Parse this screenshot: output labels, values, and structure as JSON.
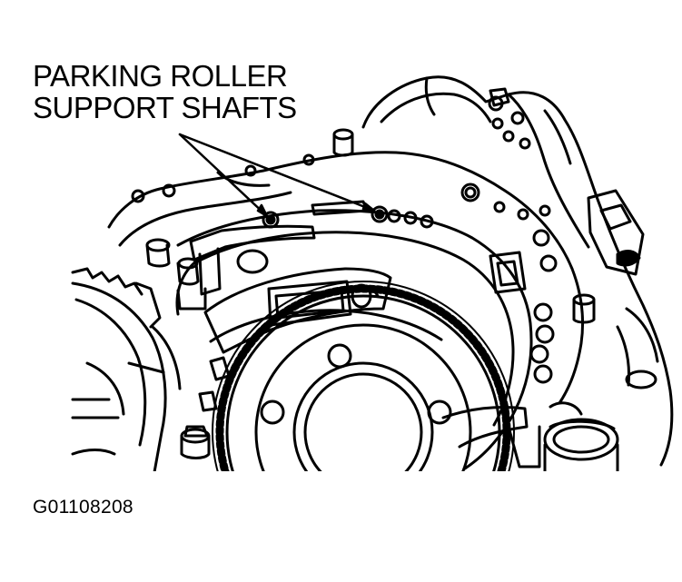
{
  "callout": {
    "line1": "PARKING ROLLER",
    "line2": "SUPPORT SHAFTS"
  },
  "figure_code": "G01108208",
  "icons": [
    "transaxle-case-illustration",
    "leader-arrow-icon",
    "support-shaft-icon"
  ],
  "colors": {
    "ink": "#000000",
    "paper": "#ffffff"
  }
}
